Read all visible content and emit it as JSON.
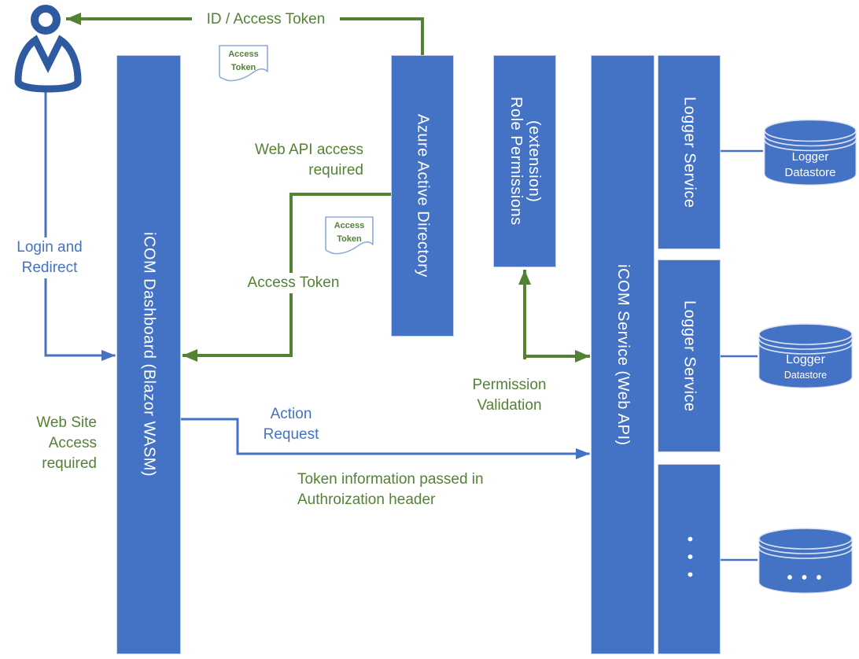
{
  "colors": {
    "node_blue": "#4472C4",
    "node_border": "#ccd3e6",
    "arrow_green": "#548235",
    "arrow_blue": "#4472C4",
    "person_blue": "#2E5B9F",
    "doc_border": "#8FAADC",
    "cylinder_line": "#dde4f2"
  },
  "nodes": {
    "dashboard": {
      "label": "iCOM Dashboard (Blazor WASM)"
    },
    "azure_ad": {
      "label": "Azure Active Directory"
    },
    "role_permissions": {
      "label": "Role Permissions\n(extension)"
    },
    "icom_service": {
      "label": "iCOM Service (Web API)"
    },
    "logger_service_1": {
      "label": "Logger Service"
    },
    "logger_service_2": {
      "label": "Logger Service"
    },
    "more_services": {
      "label": "• • •"
    }
  },
  "datastores": {
    "first": {
      "line1": "Logger",
      "line2": "Datastore"
    },
    "second": {
      "line1": "Logger",
      "line2": "Datastore"
    },
    "more": {
      "label": "• • •"
    }
  },
  "flow_labels": {
    "id_access_token": "ID / Access Token",
    "web_api_access": "Web API access\nrequired",
    "access_token_return": "Access Token",
    "login_redirect": "Login and\nRedirect",
    "web_site_access": "Web Site\nAccess\nrequired",
    "action_request": "Action\nRequest",
    "token_info": "Token information passed in\nAuthroization header",
    "permission_validation": "Permission\nValidation"
  },
  "doc_icons": {
    "first": {
      "text": "Access\nToken"
    },
    "second": {
      "text": "Access\nToken"
    }
  }
}
